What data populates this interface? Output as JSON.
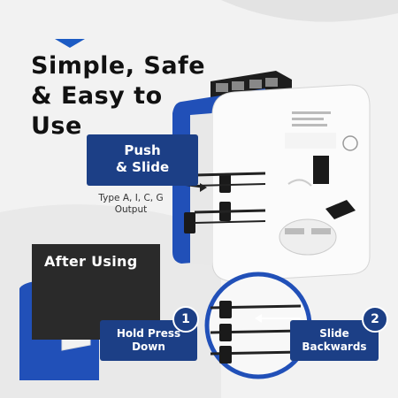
{
  "headline": {
    "line1": "Simple, Safe",
    "line2": "& Easy to",
    "line3": "Use"
  },
  "callout_push": {
    "line1": "Push",
    "line2": "& Slide"
  },
  "output_text": {
    "line1": "Type A, I, C, G",
    "line2": "Output"
  },
  "after_using": {
    "title": "After Using"
  },
  "step1": {
    "number": "1",
    "line1": "Hold Press",
    "line2": "Down"
  },
  "step2": {
    "number": "2",
    "line1": "Slide",
    "line2": "Backwards"
  },
  "icons": [
    "down-arrow-icon",
    "power-adapter-image",
    "circle-detail-image"
  ],
  "colors": {
    "brand_blue": "#1c3f86",
    "adapter_blue": "#2150b8",
    "dark_panel": "#2a2a2a",
    "background": "#f2f2f2"
  }
}
